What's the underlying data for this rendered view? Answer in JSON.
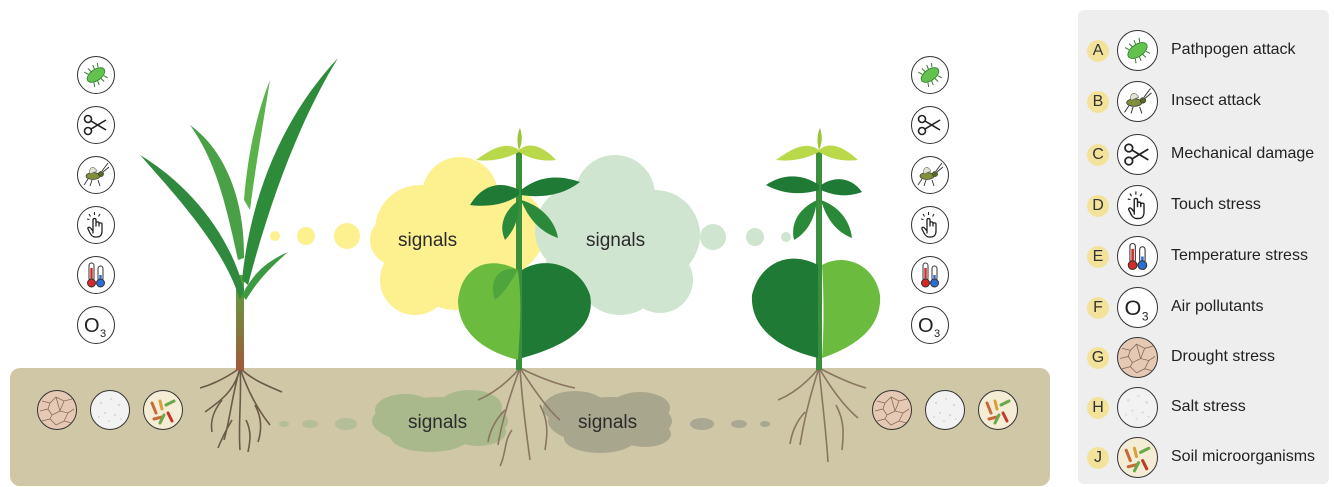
{
  "signals": {
    "air_left": "signals",
    "air_right": "signals",
    "soil_left": "signals",
    "soil_right": "signals"
  },
  "legend": [
    {
      "letter": "A",
      "icon": "pathogen-icon",
      "label": "Pathpogen attack"
    },
    {
      "letter": "B",
      "icon": "insect-icon",
      "label": "Insect attack"
    },
    {
      "letter": "C",
      "icon": "scissors-icon",
      "label": "Mechanical damage"
    },
    {
      "letter": "D",
      "icon": "touch-icon",
      "label": "Touch stress"
    },
    {
      "letter": "E",
      "icon": "thermometer-icon",
      "label": "Temperature stress"
    },
    {
      "letter": "F",
      "icon": "ozone-icon",
      "label": "Air pollutants"
    },
    {
      "letter": "G",
      "icon": "drought-icon",
      "label": "Drought stress"
    },
    {
      "letter": "H",
      "icon": "salt-icon",
      "label": "Salt stress"
    },
    {
      "letter": "J",
      "icon": "microorganisms-icon",
      "label": "Soil microorganisms"
    }
  ],
  "ozone": {
    "main": "O",
    "sub": "3"
  },
  "colors": {
    "soil": "#cfc7a6",
    "signal_yellow": "#fdf08f",
    "signal_green": "#cfe5cf",
    "soil_signal_green": "#a9b98c",
    "soil_signal_grey": "#a8a58d",
    "leaf_dark": "#1d7a3a",
    "leaf_light": "#6dbb3c",
    "legend_letter_bg": "#f3e39a"
  }
}
